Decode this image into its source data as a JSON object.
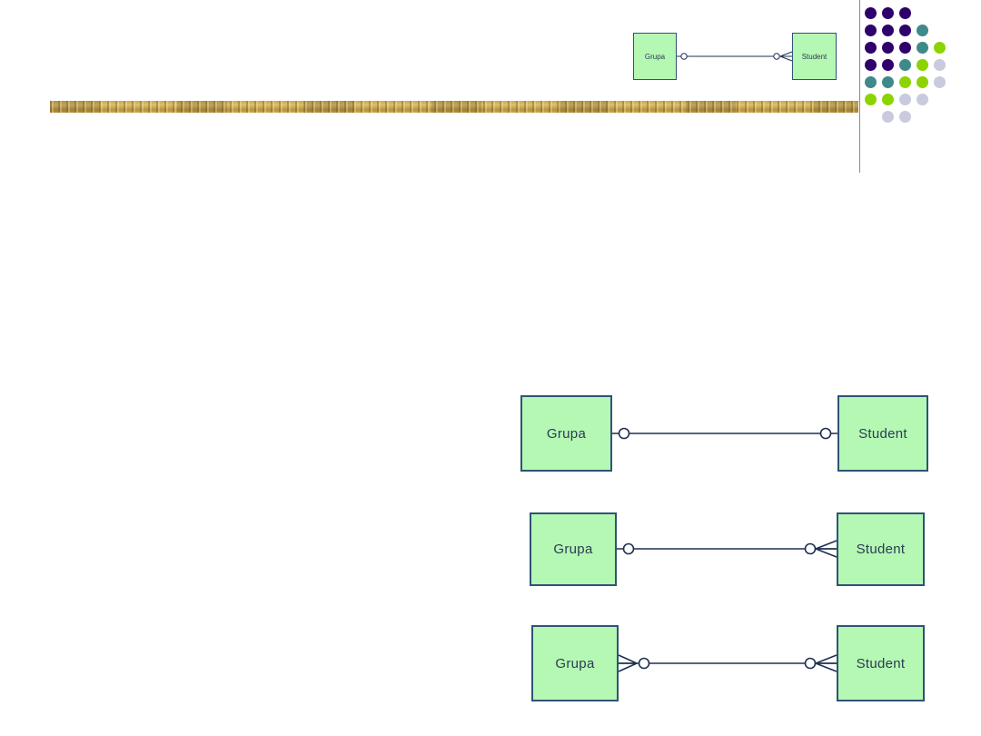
{
  "slide": {
    "background_color": "#ffffff",
    "divider_line_color": "#8a8a8a",
    "accent_bar_colors": [
      "#caa64e",
      "#dcc070",
      "#b8923c"
    ]
  },
  "decoration": {
    "dot_grid": {
      "colors": {
        "purple": "#2f006b",
        "teal": "#3e8a8a",
        "green": "#8cd400",
        "light": "#c9cade"
      },
      "rows": [
        [
          "purple",
          "purple",
          "purple",
          null,
          null
        ],
        [
          "purple",
          "purple",
          "purple",
          "teal",
          null
        ],
        [
          "purple",
          "purple",
          "purple",
          "teal",
          "green"
        ],
        [
          "purple",
          "purple",
          "teal",
          "green",
          "light"
        ],
        [
          "teal",
          "teal",
          "green",
          "green",
          "light"
        ],
        [
          "green",
          "green",
          "light",
          "light",
          null
        ],
        [
          null,
          "light",
          "light",
          null,
          null
        ]
      ]
    }
  },
  "entity_style": {
    "fill": "#b4f8b4",
    "border": "#2f5376",
    "text_color": "#2d3b52",
    "connector_color": "#1f3052"
  },
  "mini_diagram": {
    "left_label": "Grupa",
    "right_label": "Student",
    "left_end": "circle",
    "right_end": "circle-crowfoot",
    "relationship": "one-to-many"
  },
  "diagrams": [
    {
      "left_label": "Grupa",
      "right_label": "Student",
      "left_end": "circle",
      "right_end": "circle",
      "relationship": "one-to-one"
    },
    {
      "left_label": "Grupa",
      "right_label": "Student",
      "left_end": "circle",
      "right_end": "circle-crowfoot",
      "relationship": "one-to-many"
    },
    {
      "left_label": "Grupa",
      "right_label": "Student",
      "left_end": "crowfoot-circle",
      "right_end": "circle-crowfoot",
      "relationship": "many-to-many"
    }
  ]
}
